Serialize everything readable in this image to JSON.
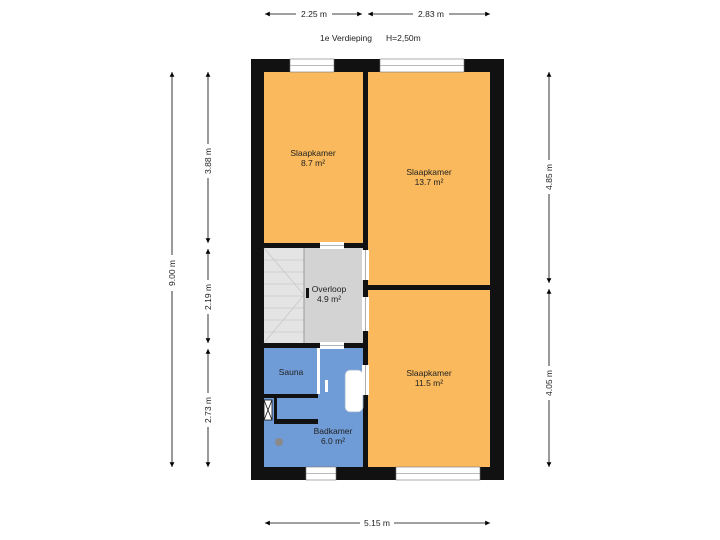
{
  "header": {
    "floor_label": "1e Verdieping",
    "height_label": "H=2,50m"
  },
  "dimensions": {
    "top_left": "2.25 m",
    "top_right": "2.83 m",
    "bottom_total": "5.15 m",
    "left_total": "9.00 m",
    "left_upper": "3.88 m",
    "left_middle": "2.19 m",
    "left_lower": "2.73 m",
    "right_upper": "4.85 m",
    "right_lower": "4.05 m"
  },
  "rooms": {
    "slaapkamer_1": {
      "name": "Slaapkamer",
      "area": "8.7 m²"
    },
    "slaapkamer_2": {
      "name": "Slaapkamer",
      "area": "13.7 m²"
    },
    "overloop": {
      "name": "Overloop",
      "area": "4.9 m²"
    },
    "sauna": {
      "name": "Sauna",
      "area": ""
    },
    "slaapkamer_3": {
      "name": "Slaapkamer",
      "area": "11.5 m²"
    },
    "badkamer": {
      "name": "Badkamer",
      "area": "6.0 m²"
    }
  },
  "colors": {
    "bedroom": "#f9b95c",
    "landing": "#d3d3d3",
    "bathroom": "#6f9bd6",
    "wall": "#111111"
  }
}
